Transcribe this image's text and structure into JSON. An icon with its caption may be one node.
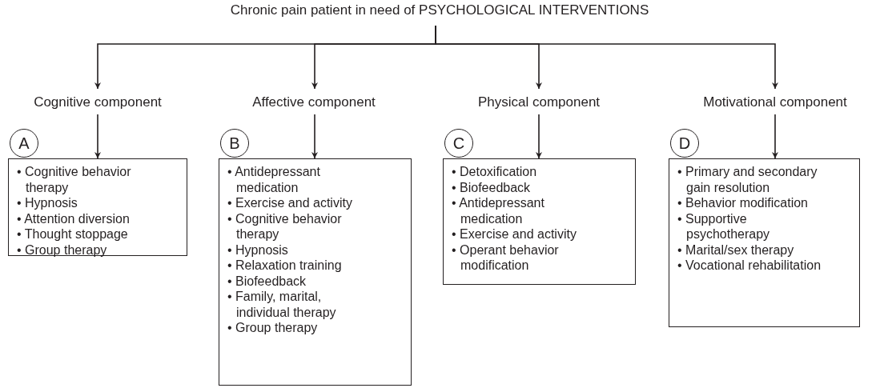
{
  "diagram": {
    "nodes": [
      {
        "text": [
          "Chronic pain patient in need of PSYCHOLOGICAL INTERVENTIONS"
        ]
      },
      {
        "text": [
          "Cognitive component"
        ]
      },
      {
        "text": [
          "Affective component"
        ]
      },
      {
        "text": [
          "Physical component"
        ]
      },
      {
        "text": [
          "Motivational component"
        ]
      },
      {
        "text": [
          "A"
        ]
      },
      {
        "text": [
          "• Cognitive behavior therapy",
          "• Hypnosis",
          "• Attention diversion",
          "• Thought stoppage",
          "• Group therapy"
        ]
      },
      {
        "text": [
          "B"
        ]
      },
      {
        "text": [
          "• Antidepressant medication",
          "• Exercise and activity",
          "• Cognitive behavior therapy",
          "• Hypnosis",
          "• Relaxation training",
          "• Biofeedback",
          "• Family, marital, individual therapy",
          "• Group therapy"
        ]
      },
      {
        "text": [
          "C"
        ]
      },
      {
        "text": [
          "• Detoxification",
          "• Biofeedback",
          "• Antidepressant medication",
          "• Exercise and activity",
          "• Operant behavior modification"
        ]
      },
      {
        "text": [
          "D"
        ]
      },
      {
        "text": [
          "• Primary and secondary gain resolution",
          "• Behavior modification",
          "• Supportive psychotherapy",
          "• Marital/sex therapy",
          "• Vocational rehabilitation"
        ]
      }
    ],
    "edges": [
      {
        "from": 0,
        "to": 1,
        "arrow": "to"
      },
      {
        "from": 0,
        "to": 2,
        "arrow": "to"
      },
      {
        "from": 0,
        "to": 3,
        "arrow": "to"
      },
      {
        "from": 0,
        "to": 4,
        "arrow": "to"
      },
      {
        "from": 1,
        "to": 6,
        "arrow": "to"
      },
      {
        "from": 2,
        "to": 8,
        "arrow": "to"
      },
      {
        "from": 3,
        "to": 10,
        "arrow": "to"
      },
      {
        "from": 4,
        "to": 12,
        "arrow": "to"
      }
    ]
  }
}
